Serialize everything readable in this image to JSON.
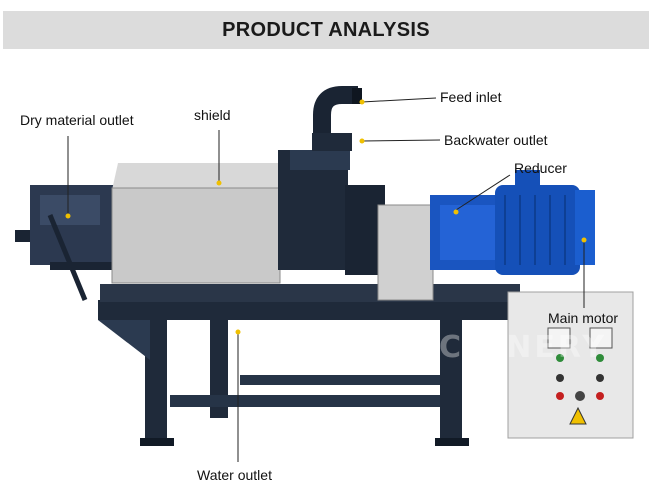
{
  "banner": {
    "title": "PRODUCT ANALYSIS"
  },
  "watermark": "FURUI MACHINERY",
  "labels": {
    "dry_material_outlet": "Dry material outlet",
    "shield": "shield",
    "feed_inlet": "Feed inlet",
    "backwater_outlet": "Backwater outlet",
    "reducer": "Reducer",
    "main_motor": "Main motor",
    "water_outlet": "Water outlet"
  },
  "colors": {
    "banner_bg": "#dcdcdc",
    "frame": "#1f2a3a",
    "motor": "#1550b8",
    "panel": "#e8e8e8",
    "steel": "#c9c9c9",
    "marker": "#f0c000"
  }
}
